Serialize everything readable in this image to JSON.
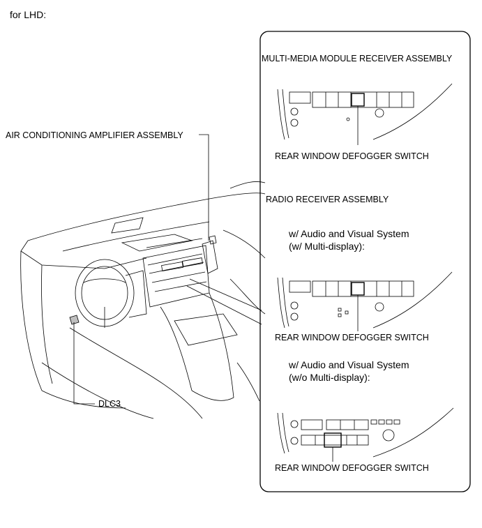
{
  "header": {
    "title": "for LHD:"
  },
  "callouts": {
    "air_conditioning_amplifier": "AIR CONDITIONING AMPLIFIER ASSEMBLY",
    "dlc3": "DLC3"
  },
  "panel": {
    "mm_module_title": "MULTI-MEDIA MODULE RECEIVER ASSEMBLY",
    "defogger_switch_1": "REAR WINDOW DEFOGGER SWITCH",
    "radio_receiver_title": "RADIO RECEIVER ASSEMBLY",
    "variant_with_display_line1": "w/ Audio and Visual System",
    "variant_with_display_line2": "(w/ Multi-display):",
    "defogger_switch_2": "REAR WINDOW DEFOGGER SWITCH",
    "variant_without_display_line1": "w/ Audio and Visual System",
    "variant_without_display_line2": "(w/o Multi-display):",
    "defogger_switch_3": "REAR WINDOW DEFOGGER SWITCH"
  }
}
